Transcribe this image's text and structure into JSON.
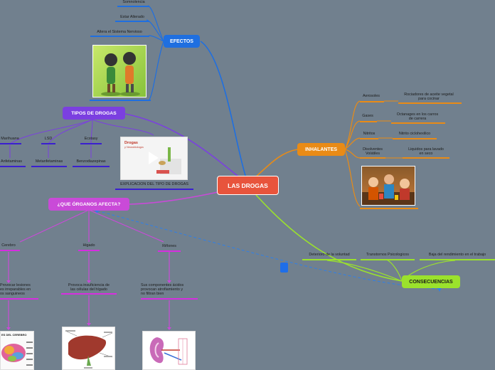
{
  "colors": {
    "background": "#71808e",
    "center": "#e8543c",
    "efectos": "#1f6fe0",
    "tipos": "#7b3fe0",
    "organos": "#c94ad8",
    "inhalantes": "#e98b16",
    "consecuencias": "#9be22c"
  },
  "center": {
    "label": "LAS DROGAS"
  },
  "efectos": {
    "label": "EFECTOS",
    "items": [
      "Somnolencia",
      "Estar Alterado",
      "Altera el Sistema Nervioso"
    ],
    "image_icon": "cartoon-characters-icon"
  },
  "tipos": {
    "label": "TIPOS DE DROGAS",
    "top_items": [
      "Marihuana",
      "LSD",
      "Ecstasy"
    ],
    "bottom_items": [
      "Anfetaminas",
      "Metanfetaminas",
      "Benzodiazepinas"
    ],
    "video_title": "Drogas",
    "video_subtitle": "y Neurobiología",
    "video_caption": "EXPLICACION DEL TIPO DE DROGAS"
  },
  "organos": {
    "label": "¿QUE ÓRGANOS AFECTA?",
    "organs": [
      "Cerebro",
      "Higado",
      "Riñones"
    ],
    "details": [
      "Provocar lesiones\nes irreparables en\nos sanguineos",
      "Provoca insuficiencia de\nlas células del hígado",
      "Sus componentes ácidos\nprovocan atrofiamiento y\nno filtran bien"
    ],
    "brain_title": "ES DEL CEREBRO"
  },
  "inhalantes": {
    "label": "INHALANTES",
    "rows": [
      {
        "name": "Aerosoles",
        "detail": "Rociadores de aceite vegetal\npara cocinar"
      },
      {
        "name": "Gases",
        "detail": "Octanages en los carros\nde carrera"
      },
      {
        "name": "Nitritos",
        "detail": "Nitrito ciclohexilico"
      },
      {
        "name": "Disolventes\nVolátiles",
        "detail": "Liquidos para lavado\nen seco"
      }
    ],
    "image_icon": "people-inhaling-icon"
  },
  "consecuencias": {
    "label": "CONSECUENCIAS",
    "items": [
      "Deterioro de la voluntad",
      "Transtornos Psicologicos",
      "Baja del rendimiento en el trabajo"
    ]
  }
}
